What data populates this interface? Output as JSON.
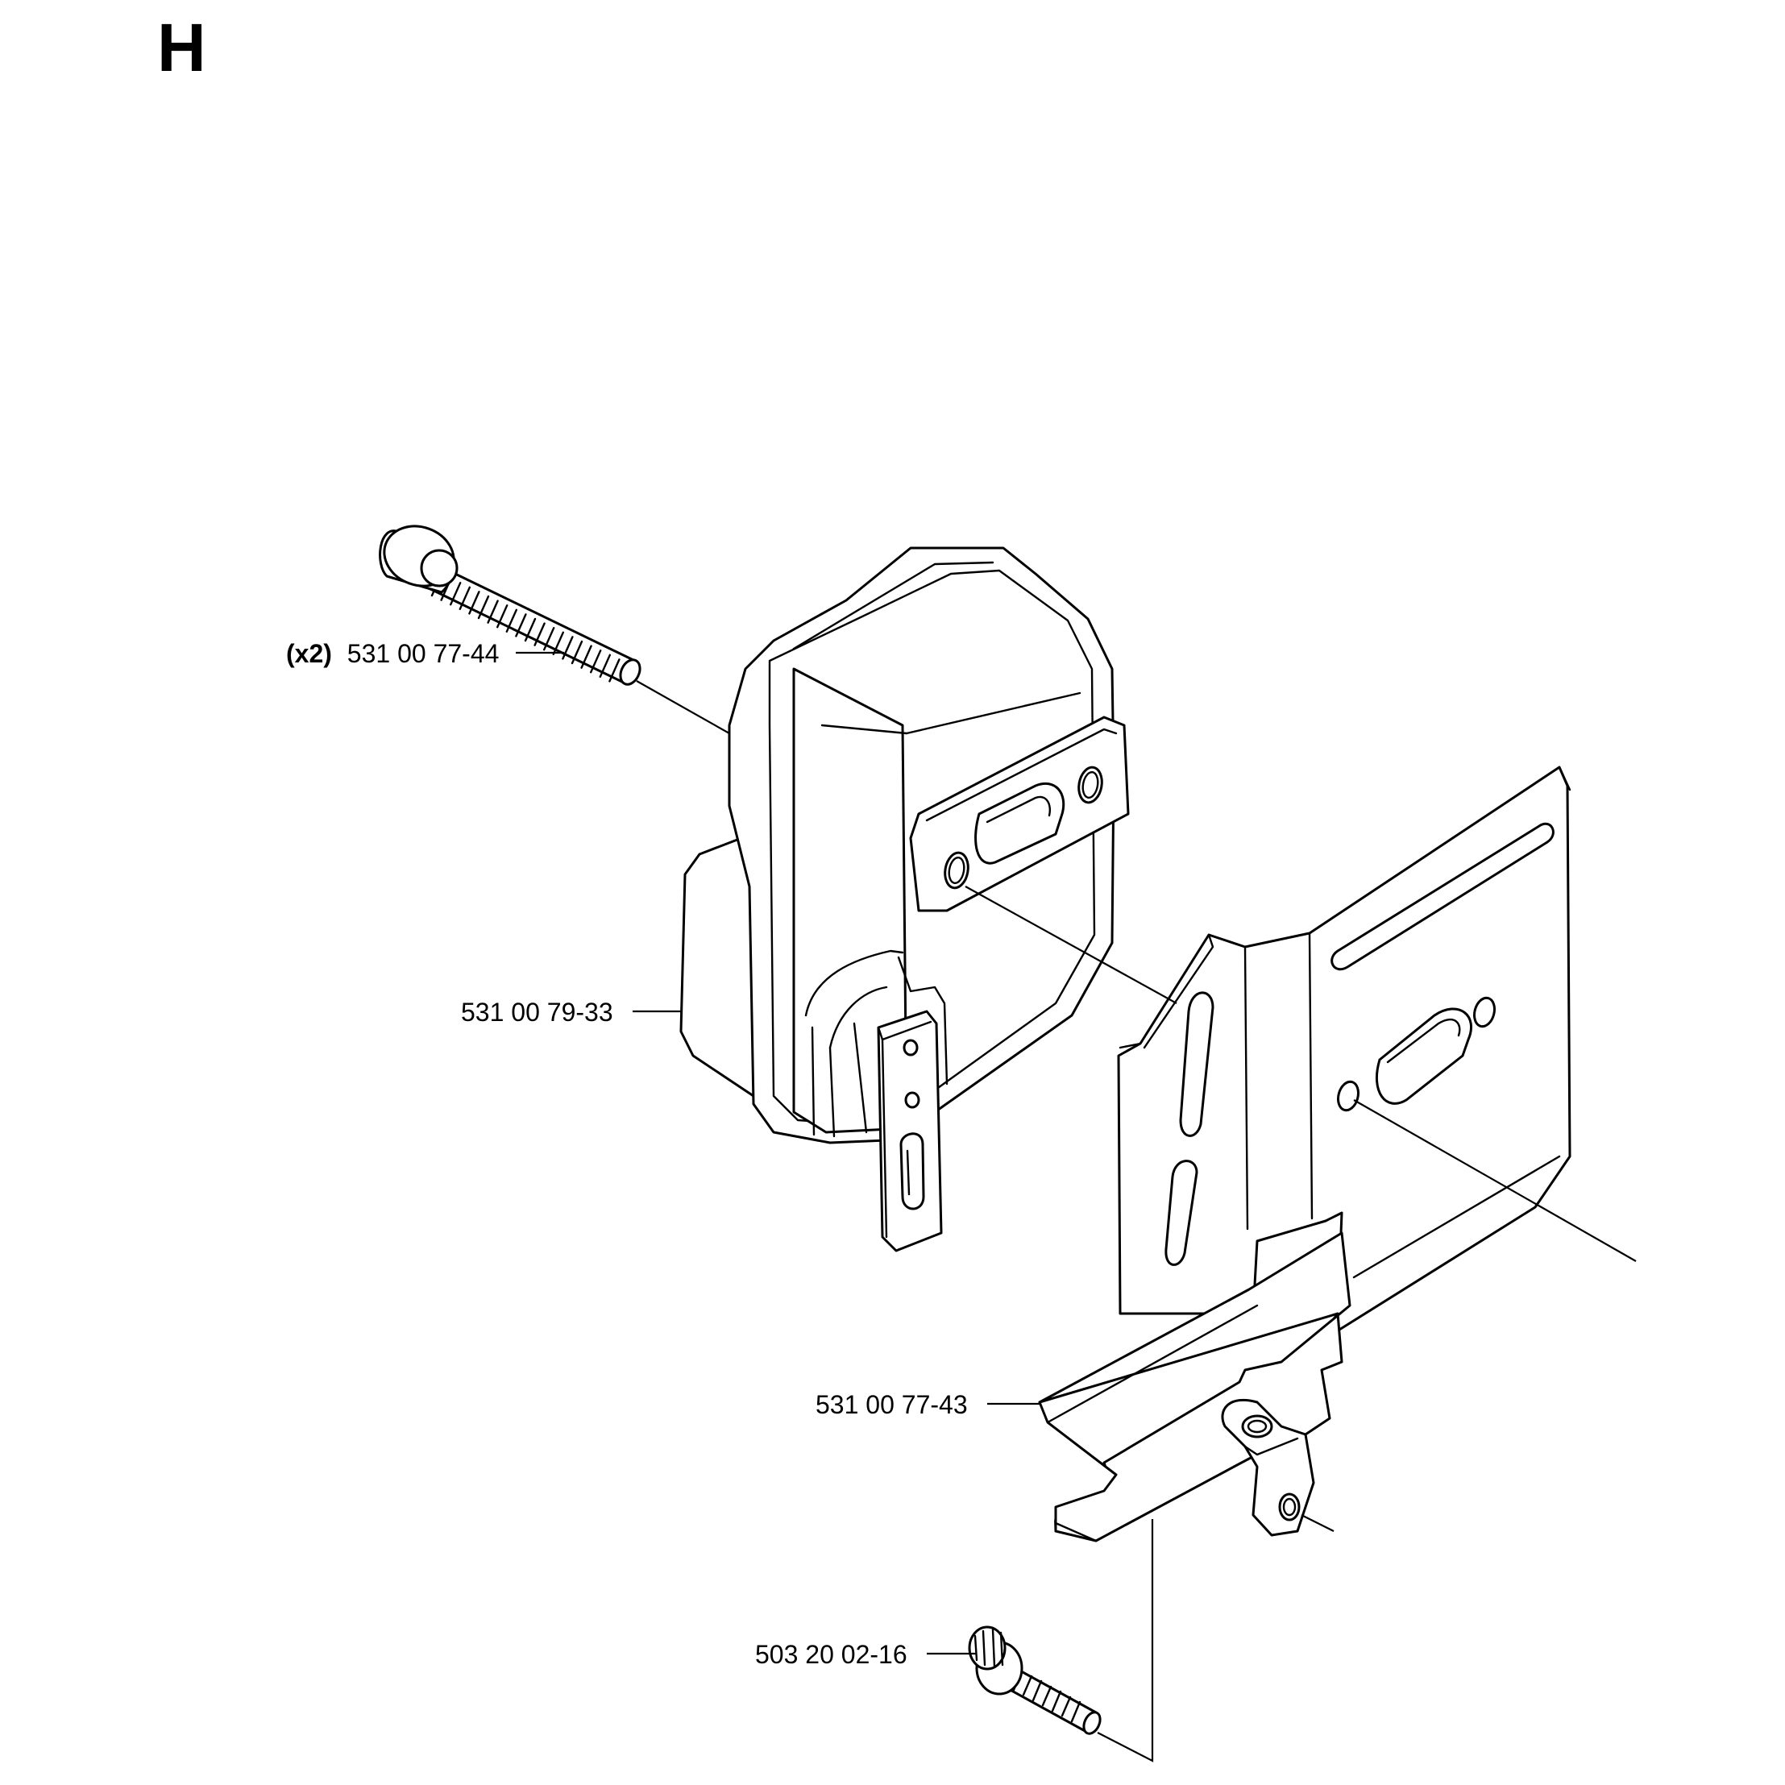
{
  "section_letter": "H",
  "parts": [
    {
      "id": "bolt-long",
      "qty": "(x2)",
      "number": "531 00 77-44"
    },
    {
      "id": "muffler",
      "qty": "",
      "number": "531 00 79-33"
    },
    {
      "id": "heat-shield",
      "qty": "",
      "number": "531 00 77-43"
    },
    {
      "id": "screw-short",
      "qty": "",
      "number": "503 20 02-16"
    }
  ]
}
